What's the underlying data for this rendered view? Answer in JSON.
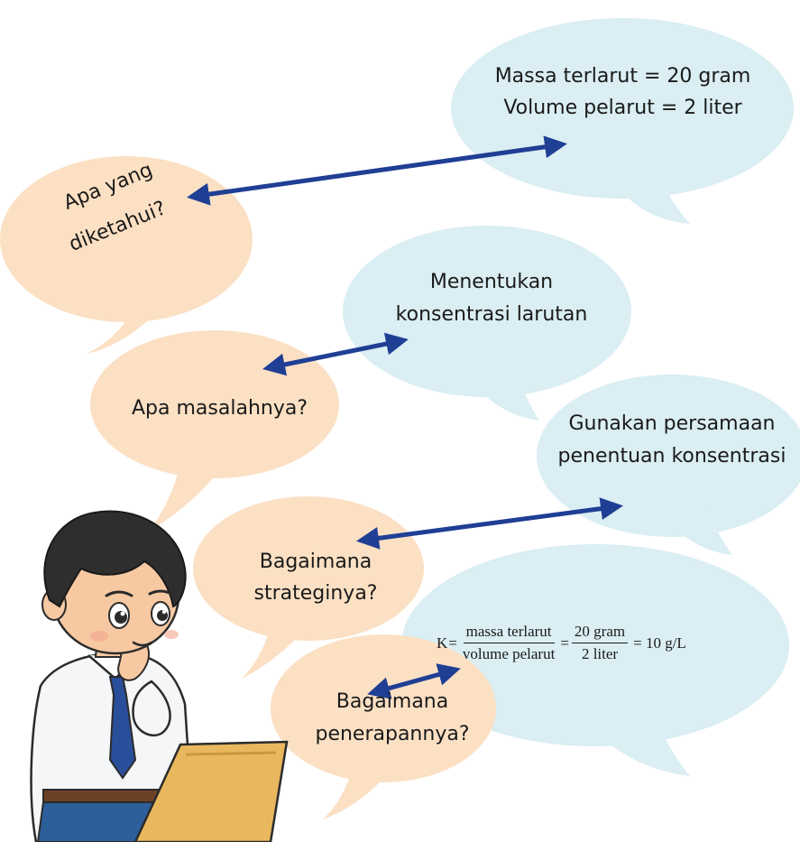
{
  "q1": {
    "line1": "Apa yang",
    "line2": "diketahui?"
  },
  "a1": {
    "line1": "Massa terlarut = 20 gram",
    "line2": "Volume pelarut = 2 liter"
  },
  "q2": {
    "text": "Apa masalahnya?"
  },
  "a2": {
    "line1": "Menentukan",
    "line2": "konsentrasi larutan"
  },
  "q3": {
    "line1": "Bagaimana",
    "line2": "strateginya?"
  },
  "a3": {
    "line1": "Gunakan persamaan",
    "line2": "penentuan konsentrasi"
  },
  "q4": {
    "line1": "Bagaimana",
    "line2": "penerapannya?"
  },
  "formula": {
    "lhs": "K",
    "eq1": "=",
    "frac1_num": "massa terlarut",
    "frac1_den": "volume pelarut",
    "eq2": "=",
    "frac2_num": "20 gram",
    "frac2_den": "2 liter",
    "result": "= 10 g/L"
  },
  "colors": {
    "question_bubble": "#fbe0c4",
    "answer_bubble": "#daeef3",
    "arrow": "#1f3f95"
  }
}
